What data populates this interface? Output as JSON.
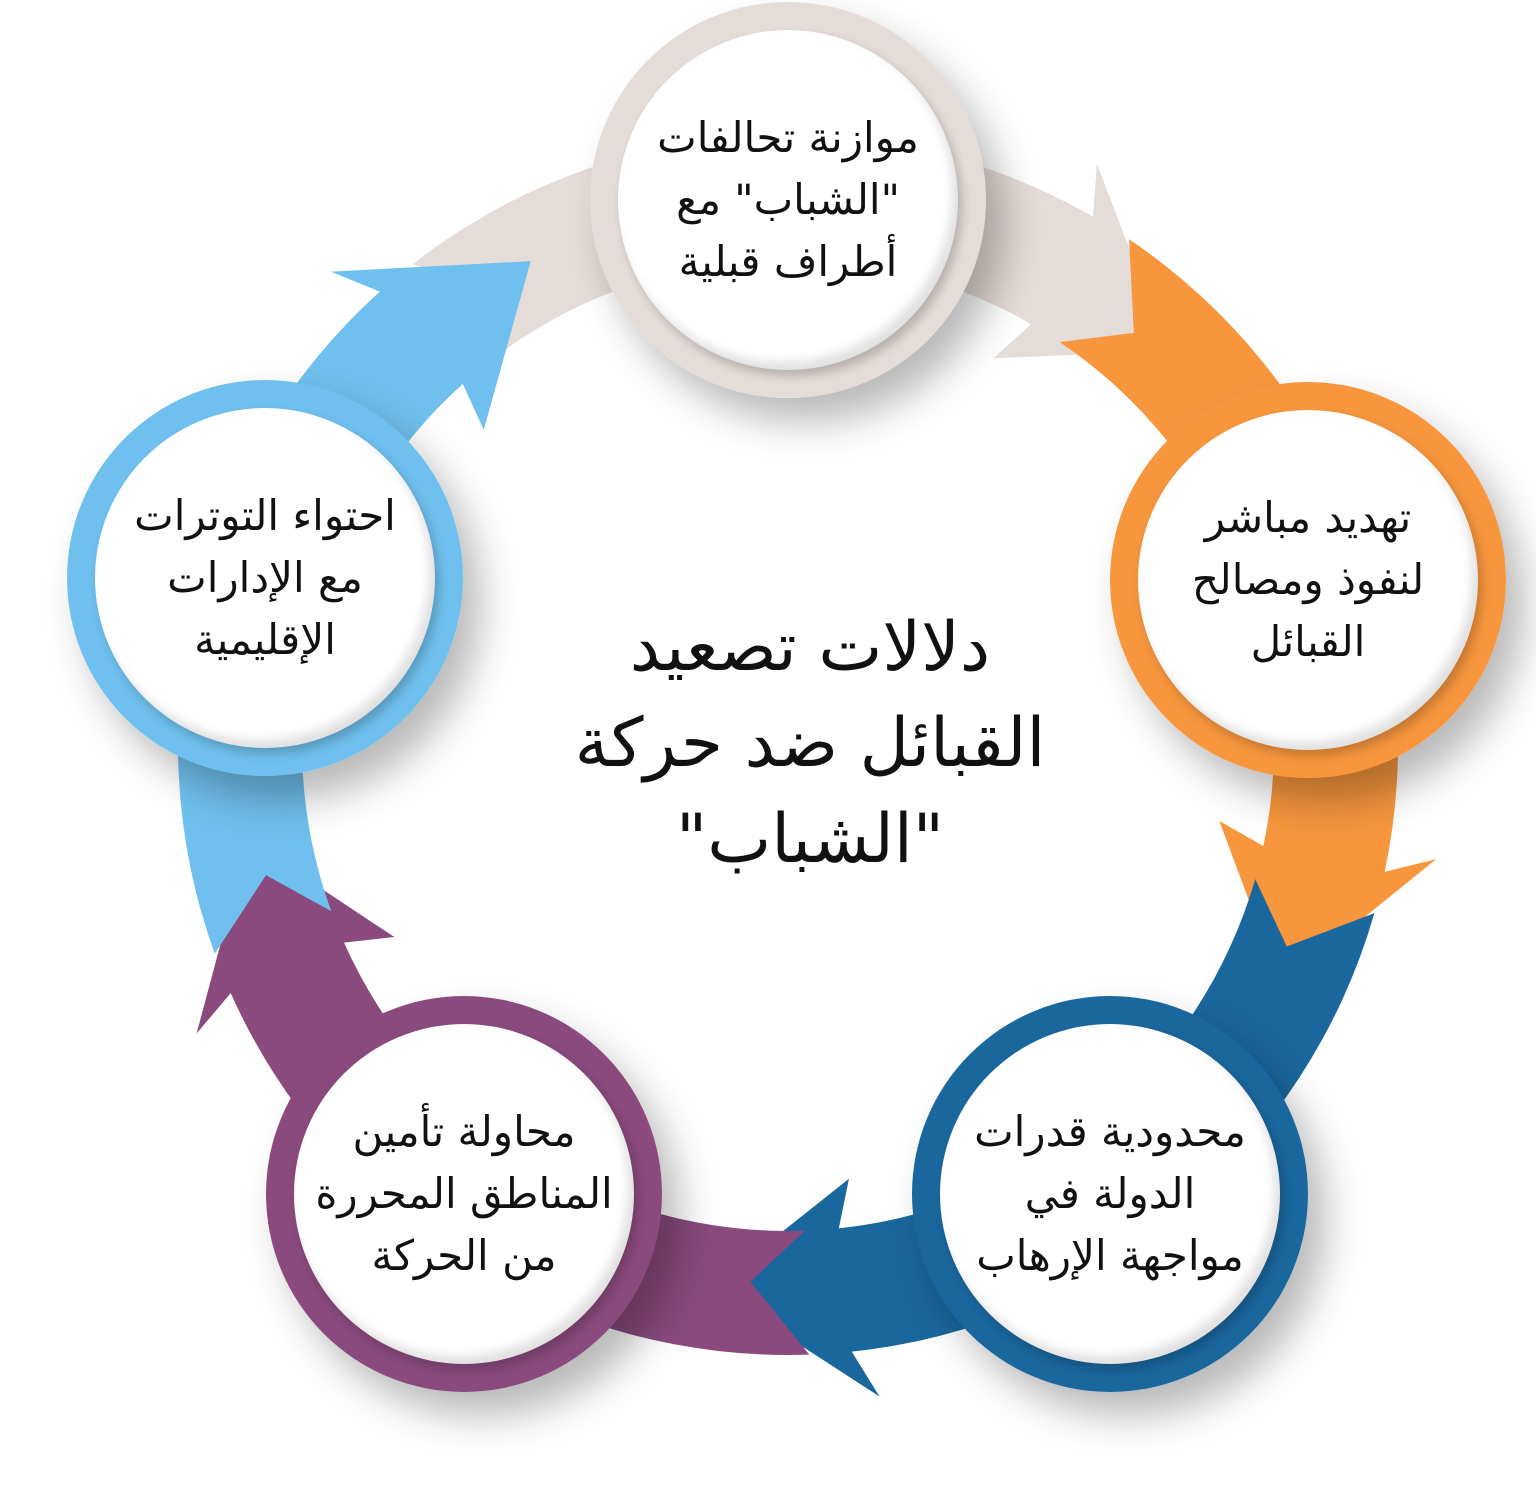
{
  "title": {
    "lines": [
      "دلالات تصعيد",
      "القبائل ضد حركة",
      "\"الشباب\""
    ]
  },
  "nodes": [
    {
      "id": "top",
      "color": "#e4dcd8",
      "lines": [
        "موازنة تحالفات",
        "\"الشباب\" مع",
        "أطراف قبلية"
      ]
    },
    {
      "id": "right",
      "color": "#f7963d",
      "lines": [
        "تهديد مباشر",
        "لنفوذ ومصالح",
        "القبائل"
      ]
    },
    {
      "id": "bottom-right",
      "color": "#1a679e",
      "lines": [
        "محدودية قدرات",
        "الدولة في",
        "مواجهة الإرهاب"
      ]
    },
    {
      "id": "bottom-left",
      "color": "#8a4a7d",
      "lines": [
        "محاولة تأمين",
        "المناطق المحررة",
        "من الحركة"
      ]
    },
    {
      "id": "left",
      "color": "#6fc0ee",
      "lines": [
        "احتواء التوترات",
        "مع الإدارات",
        "الإقليمية"
      ]
    }
  ]
}
